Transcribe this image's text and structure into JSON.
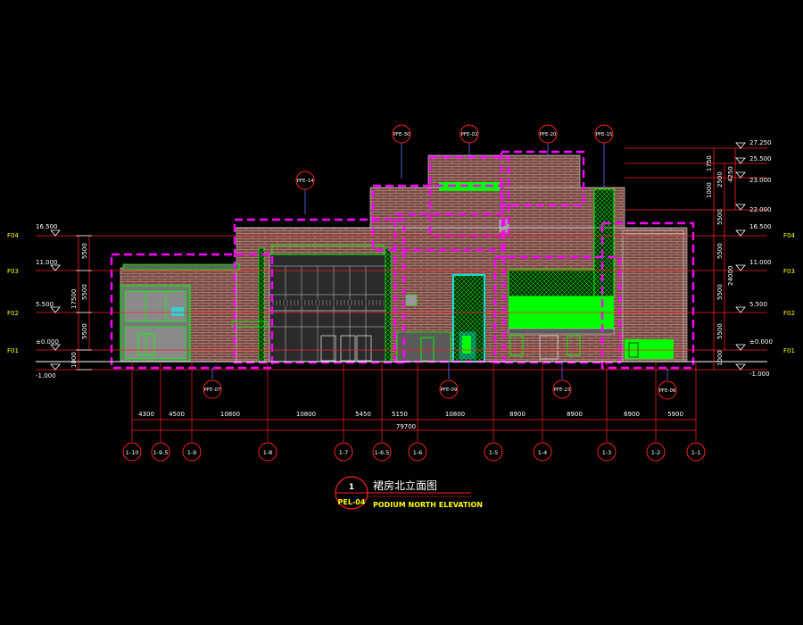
{
  "title": {
    "number": "1",
    "sheet": "PEL-04",
    "cn": "裙房北立面图",
    "en": "PODIUM NORTH ELEVATION"
  },
  "colors": {
    "background": "#000000",
    "brick": "#7a4a44",
    "brick_line": "#c9a39b",
    "magenta": "#ff00ff",
    "green": "#00ff00",
    "cyan": "#00ffff",
    "red": "#ff2020",
    "white": "#ffffff",
    "gray": "#9a9a9a",
    "yellow": "#ffff00"
  },
  "levels_left": [
    {
      "elev": "16.500",
      "tag": "F04"
    },
    {
      "elev": "11.000",
      "tag": "F03"
    },
    {
      "elev": "5.500",
      "tag": "F02"
    },
    {
      "elev": "±0.000",
      "tag": "F01"
    },
    {
      "elev": "-1.000",
      "tag": ""
    }
  ],
  "levels_right": [
    {
      "elev": "27.250",
      "tag": ""
    },
    {
      "elev": "25.500",
      "tag": ""
    },
    {
      "elev": "23.000",
      "tag": ""
    },
    {
      "elev": "22.000",
      "tag": ""
    },
    {
      "elev": "16.500",
      "tag": "F04"
    },
    {
      "elev": "11.000",
      "tag": "F03"
    },
    {
      "elev": "5.500",
      "tag": "F02"
    },
    {
      "elev": "±0.000",
      "tag": "F01"
    },
    {
      "elev": "-1.000",
      "tag": ""
    }
  ],
  "vertical_dims_left": [
    "5500",
    "5500",
    "5500",
    "17500",
    "1000"
  ],
  "vertical_dims_right": [
    "1750",
    "2500",
    "1000",
    "5500",
    "5500",
    "5500",
    "5500",
    "24000",
    "4250",
    "1000"
  ],
  "bottom_dims": [
    "4300",
    "4500",
    "10800",
    "10800",
    "5450",
    "5150",
    "10800",
    "8900",
    "8900",
    "6900",
    "5900"
  ],
  "total_dim": "79700",
  "grid_axes": [
    "1-10",
    "1-9.5",
    "1-9",
    "1-8",
    "1-7",
    "1-6.5",
    "1-6",
    "1-5",
    "1-4",
    "1-3",
    "1-2",
    "1-1"
  ],
  "detail_tags_top": [
    "PFE-14",
    "PFE-30",
    "PFE-02",
    "PFE-20",
    "PFE-15"
  ],
  "detail_tags_bottom": [
    "PFE-07",
    "PFE-09",
    "PFE-23",
    "PFE-06"
  ]
}
